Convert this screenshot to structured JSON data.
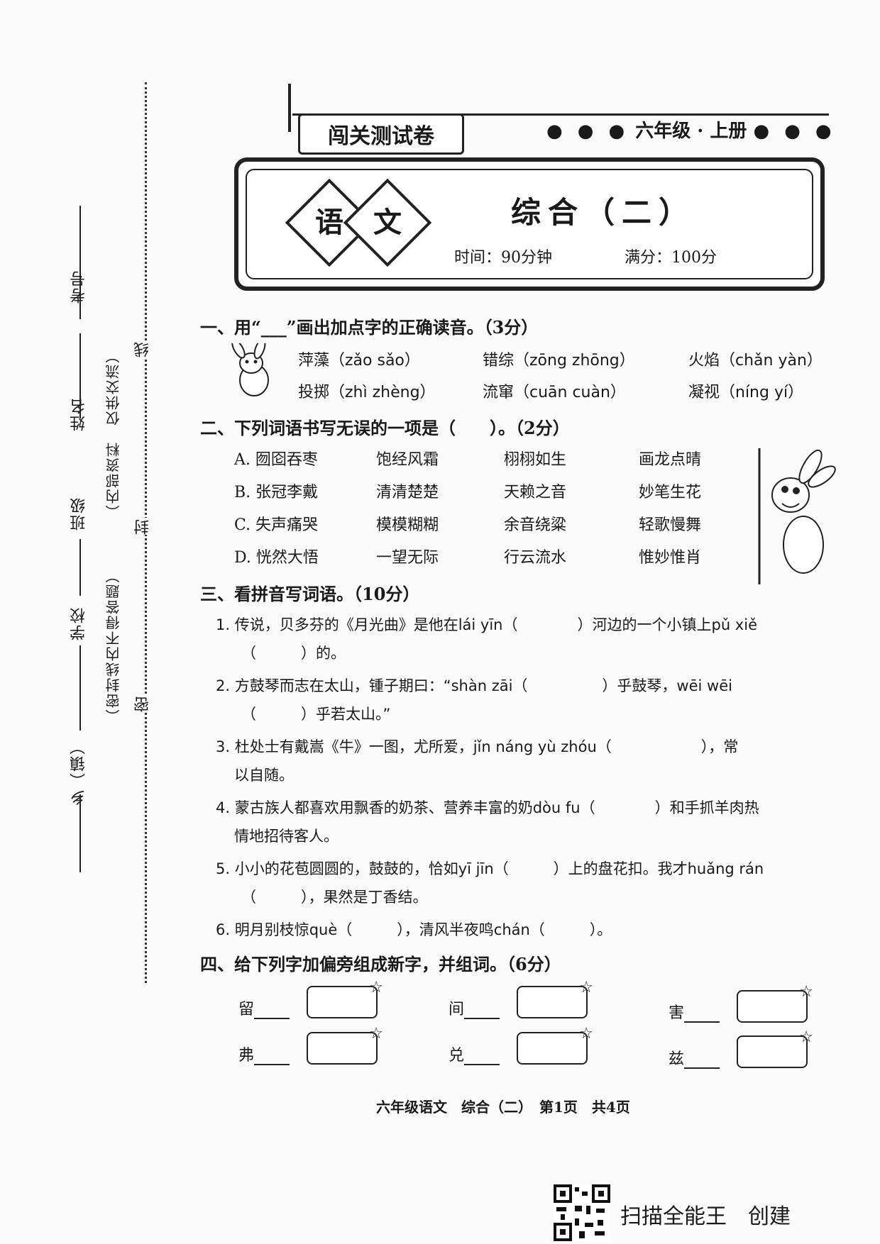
{
  "margin": {
    "exam_no": "考号",
    "name": "姓名",
    "class_label": "班级",
    "school": "学校",
    "town": "乡（镇）",
    "note1": "（内部资料　仅供交流）",
    "note2": "（密封线内不得答题）",
    "seal_line": "线",
    "seal_feng": "封",
    "seal_mi": "密"
  },
  "header": {
    "banner": "闯关测试卷",
    "grade": "六年级 · 上册",
    "subject_a": "语",
    "subject_b": "文",
    "title": "综合（二）",
    "time": "时间：90分钟",
    "score": "满分：100分"
  },
  "section1": {
    "title": "一、用“___”画出加点字的正确读音。（3分）",
    "items": [
      "萍藻（zǎo sǎo）",
      "错综（zōng zhōng）",
      "火焰（chǎn yàn）",
      "投掷（zhì zhèng）",
      "流窜（cuān cuàn）",
      "凝视（níng yí）"
    ]
  },
  "section2": {
    "title": "二、下列词语书写无误的一项是（　　）。（2分）",
    "rows": [
      [
        "A. 囫囵吞枣",
        "饱经风霜",
        "栩栩如生",
        "画龙点晴"
      ],
      [
        "B. 张冠李戴",
        "清清楚楚",
        "天赖之音",
        "妙笔生花"
      ],
      [
        "C. 失声痛哭",
        "模模糊糊",
        "余音绕粱",
        "轻歌慢舞"
      ],
      [
        "D. 恍然大悟",
        "一望无际",
        "行云流水",
        "惟妙惟肖"
      ]
    ]
  },
  "section3": {
    "title": "三、看拼音写词语。（10分）",
    "lines": [
      "1. 传说，贝多芬的《月光曲》是他在lái yīn（　　　　）河边的一个小镇上pǔ xiě",
      "（　　　）的。",
      "2. 方鼓琴而志在太山，锺子期曰：“shàn zāi（　　　　　）乎鼓琴，wēi wēi",
      "（　　　）乎若太山。”",
      "3. 杜处士有戴嵩《牛》一图，尤所爱，jǐn náng yù zhóu（　　　　　　），常",
      "以自随。",
      "4. 蒙古族人都喜欢用飘香的奶茶、营养丰富的奶dòu fu（　　　　）和手抓羊肉热",
      "情地招待客人。",
      "5. 小小的花苞圆圆的，鼓鼓的，恰如yī jīn（　　　）上的盘花扣。我才huǎng rán",
      "（　　　），果然是丁香结。",
      "6. 明月别枝惊què（　　　），清风半夜鸣chán（　　　）。"
    ]
  },
  "section4": {
    "title": "四、给下列字加偏旁组成新字，并组词。（6分）",
    "chars": [
      "留",
      "间",
      "害",
      "弗",
      "兑",
      "兹"
    ]
  },
  "footer": {
    "text": "六年级语文　综合（二）　第1页　共4页",
    "scanner": "扫描全能王　创建"
  }
}
